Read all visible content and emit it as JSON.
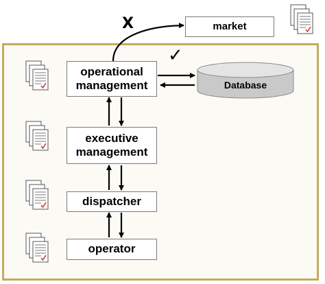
{
  "nodes": {
    "market": "market",
    "operational_management": "operational\nmanagement",
    "executive_management": "executive\nmanagement",
    "dispatcher": "dispatcher",
    "operator": "operator",
    "database": "Database"
  },
  "markers": {
    "blocked": "X",
    "allowed": "✓"
  },
  "colors": {
    "frame_border": "#c5aa5a",
    "doc_check": "#d43a3a",
    "database_fill": "#c9c9c9"
  },
  "icons": {
    "document": "document-stack-icon"
  }
}
